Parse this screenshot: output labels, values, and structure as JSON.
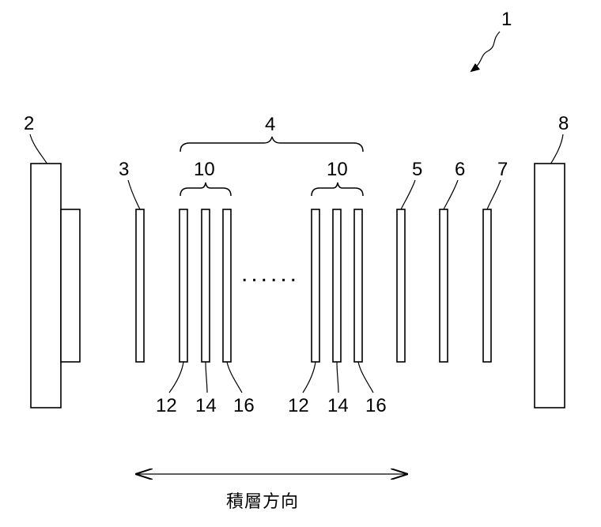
{
  "figure": {
    "assembly_label": "1",
    "end_plate_left_label": "2",
    "plate3_label": "3",
    "stack_label": "4",
    "cell_left_label": "10",
    "cell_right_label": "10",
    "plate5_label": "5",
    "plate6_label": "6",
    "plate7_label": "7",
    "end_plate_right_label": "8",
    "layer_labels": [
      "12",
      "14",
      "16"
    ],
    "ellipsis": "......",
    "direction_caption": "積層方向"
  }
}
